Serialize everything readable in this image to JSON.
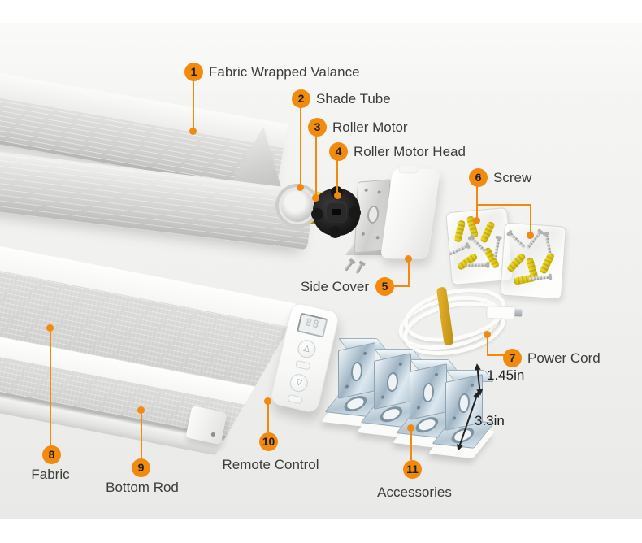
{
  "labels": [
    {
      "num": "1",
      "text": "Fabric Wrapped Valance"
    },
    {
      "num": "2",
      "text": "Shade Tube"
    },
    {
      "num": "3",
      "text": "Roller Motor"
    },
    {
      "num": "4",
      "text": "Roller Motor Head"
    },
    {
      "num": "5",
      "text": "Side Cover"
    },
    {
      "num": "6",
      "text": "Screw"
    },
    {
      "num": "7",
      "text": "Power Cord"
    },
    {
      "num": "8",
      "text": "Fabric"
    },
    {
      "num": "9",
      "text": "Bottom Rod"
    },
    {
      "num": "10",
      "text": "Remote Control"
    },
    {
      "num": "11",
      "text": "Accessories"
    }
  ],
  "dimensions": {
    "bracket_height": "1.45in",
    "bracket_depth": "3.3in"
  },
  "remote": {
    "display": "88"
  },
  "icons": {
    "remote_up": "△",
    "remote_down": "▽"
  },
  "colors": {
    "accent": "#F28A0E",
    "label-text": "#3c3c3c",
    "dimension-text": "#1e1e1e",
    "motor-yellow": "#E3AB0D",
    "motor-head-black": "#161616",
    "bracket-metal": "#B5C7D3",
    "anchor-yellow": "#E8D426",
    "cord-tie-yellow": "#D9A41F"
  }
}
